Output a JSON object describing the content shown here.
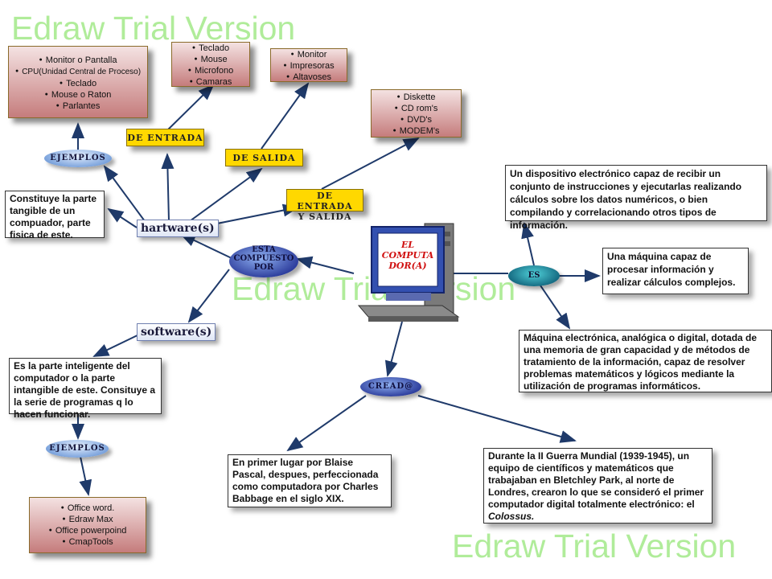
{
  "watermark": "Edraw Trial Version",
  "center": {
    "line1": "EL",
    "line2": "COMPUTA",
    "line3": "DOR(A)"
  },
  "hardware": {
    "label": "hartware(s)",
    "ejemplos": "EJEMPLOS",
    "examples": [
      "Monitor o Pantalla",
      "CPU(Unidad Central de Proceso)",
      "Teclado",
      "Mouse o Raton",
      "Parlantes"
    ],
    "definition": "Constituye la parte tangible de un compuador, parte fisica de este.",
    "de_entrada": "DE ENTRADA",
    "entrada_items": [
      "Teclado",
      "Mouse",
      "Microfono",
      "Camaras"
    ],
    "de_salida": "DE SALIDA",
    "salida_items": [
      "Monitor",
      "Impresoras",
      "Altavoses"
    ],
    "de_entrada_salida_1": "DE ENTRADA",
    "de_entrada_salida_2": "Y SALIDA",
    "entrada_salida_items": [
      "Diskette",
      "CD rom's",
      "DVD's",
      "MODEM's"
    ]
  },
  "esta_compuesto": {
    "line1": "ESTA",
    "line2": "COMPUESTO",
    "line3": "POR"
  },
  "software": {
    "label": "software(s)",
    "definition": "Es la parte inteligente del computador o la parte intangible de este. Consituye a la serie de programas q lo hacen funcionar.",
    "ejemplos": "EJEMPLOS",
    "examples": [
      "Office word.",
      "Edraw Max",
      "Office powerpoind",
      "CmapTools"
    ]
  },
  "es": {
    "label": "ES",
    "def1": "Un dispositivo electrónico capaz de recibir un conjunto de instrucciones y ejecutarlas realizando cálculos sobre los datos numéricos, o bien compilando y correlacionando otros tipos de información.",
    "def2": "Una máquina capaz de procesar información y realizar cálculos complejos.",
    "def3": "Máquina electrónica, analógica o digital, dotada de una memoria de gran capacidad y de métodos de tratamiento de la información, capaz de resolver problemas matemáticos y lógicos mediante la utilización de programas informáticos."
  },
  "creado": {
    "label": "CREAD@",
    "hist1": "En primer lugar por Blaise Pascal, despues, perfeccionada como computadora por Charles Babbage en el siglo XIX.",
    "hist2": "Durante la II Guerra Mundial (1939-1945), un equipo de científicos y matemáticos que trabajaban en Bletchley Park, al norte de Londres, crearon lo que se consideró el primer computador digital totalmente electrónico: el",
    "hist2_em": "Colossus."
  }
}
